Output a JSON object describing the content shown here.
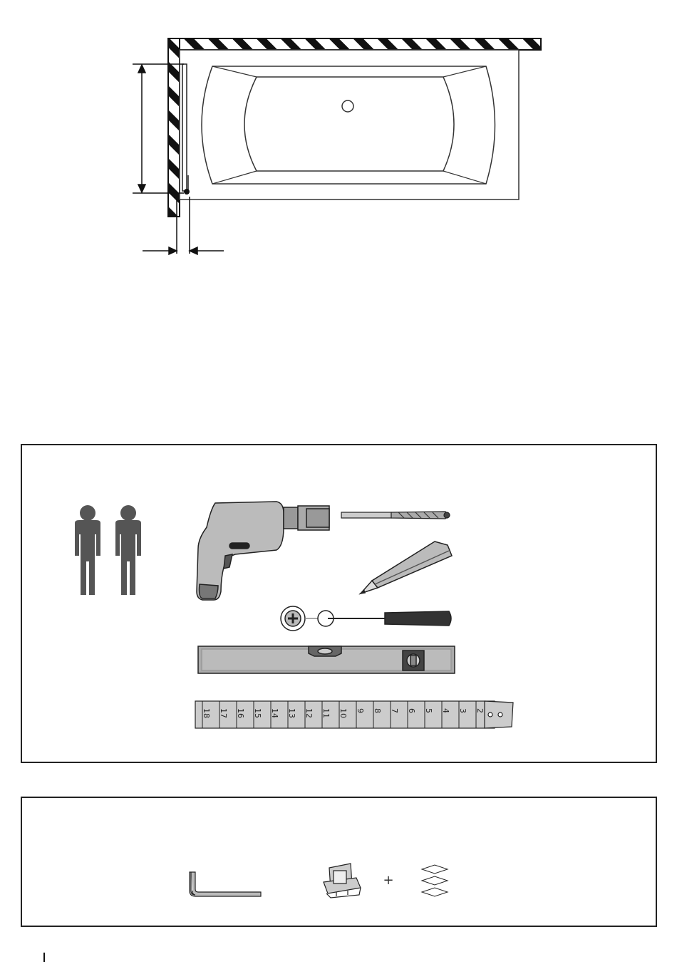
{
  "ruler": {
    "numbers": [
      "18",
      "17",
      "16",
      "15",
      "14",
      "13",
      "12",
      "11",
      "10",
      "9",
      "8",
      "7",
      "6",
      "5",
      "4",
      "3",
      "2"
    ]
  },
  "parts": {
    "plus_sign": "+"
  }
}
